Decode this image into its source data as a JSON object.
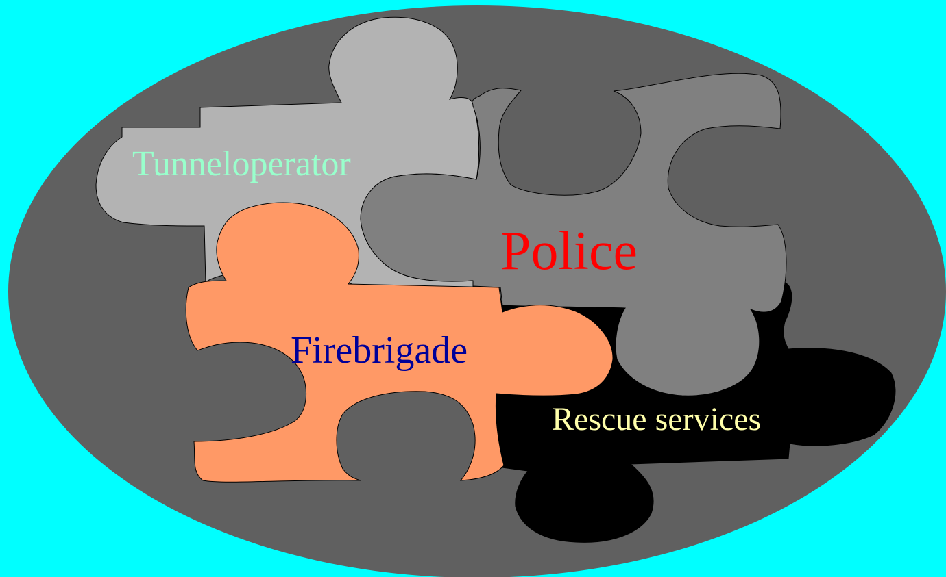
{
  "colors": {
    "background": "#00ffff",
    "ellipse": "#606060",
    "tunneloperator_piece": "#b3b3b3",
    "police_piece": "#808080",
    "rescue_piece": "#000000",
    "firebrigade_piece": "#ff9966",
    "tunneloperator_text": "#99ffcc",
    "police_text": "#ff0000",
    "firebrigade_text": "#000099",
    "rescue_text": "#ffffaa"
  },
  "pieces": [
    {
      "id": "tunneloperator",
      "label": "Tunneloperator"
    },
    {
      "id": "police",
      "label": "Police"
    },
    {
      "id": "firebrigade",
      "label": "Firebrigade"
    },
    {
      "id": "rescue",
      "label": "Rescue services"
    }
  ]
}
